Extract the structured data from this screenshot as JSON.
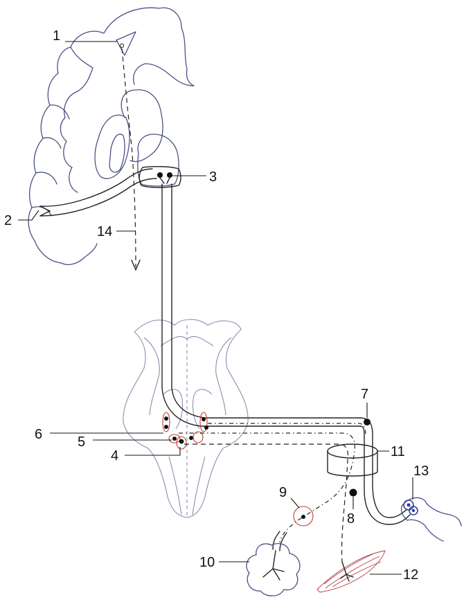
{
  "labels": {
    "l1": "1",
    "l2": "2",
    "l3": "3",
    "l4": "4",
    "l5": "5",
    "l6": "6",
    "l7": "7",
    "l8": "8",
    "l9": "9",
    "l10": "10",
    "l11": "11",
    "l12": "12",
    "l13": "13",
    "l14": "14"
  },
  "colors": {
    "outline": "#4a4f86",
    "nucleus": "#c0392b",
    "eye": "#2c3e9e",
    "muscle": "#b03a4a"
  }
}
